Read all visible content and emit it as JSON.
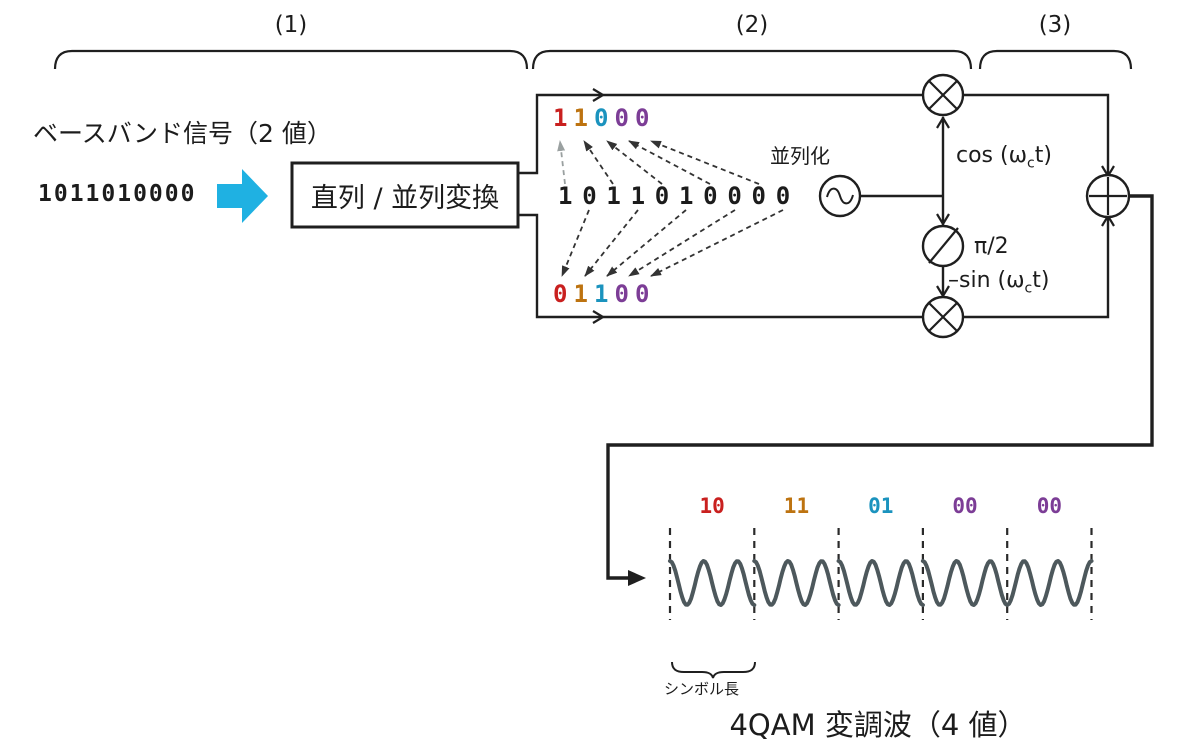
{
  "palette": {
    "line": "#1f1f1f",
    "wave": "#4d585c",
    "gray_dash": "#9aa0a0",
    "red": "#c9201f",
    "orange": "#bd7310",
    "blue": "#1b93be",
    "purple": "#7c3d96",
    "cyan_arrow": "#1fb1e2"
  },
  "section_labels": {
    "s1": "(1)",
    "s2": "(2)",
    "s3": "(3)"
  },
  "baseband": {
    "label": "ベースバンド信号（2 値）",
    "bits": "1011010000"
  },
  "converter": {
    "label": "直列 / 並列変換"
  },
  "parallelizer": {
    "label": "並列化"
  },
  "upper_branch": {
    "bits": [
      {
        "char": "1",
        "color": "#c9201f"
      },
      {
        "char": "1",
        "color": "#bd7310"
      },
      {
        "char": "0",
        "color": "#1b93be"
      },
      {
        "char": "0",
        "color": "#7c3d96"
      },
      {
        "char": "0",
        "color": "#7c3d96"
      }
    ]
  },
  "serial_bits": [
    "1",
    "0",
    "1",
    "1",
    "0",
    "1",
    "0",
    "0",
    "0",
    "0"
  ],
  "lower_branch": {
    "bits": [
      {
        "char": "0",
        "color": "#c9201f"
      },
      {
        "char": "1",
        "color": "#bd7310"
      },
      {
        "char": "1",
        "color": "#1b93be"
      },
      {
        "char": "0",
        "color": "#7c3d96"
      },
      {
        "char": "0",
        "color": "#7c3d96"
      }
    ]
  },
  "carrier": {
    "cos_pre": "cos (ω",
    "cos_sub": "c",
    "cos_post": "t)",
    "phase_shift": "π/2",
    "sin_pre": "–sin (ω",
    "sin_sub": "c",
    "sin_post": "t)"
  },
  "modulated": {
    "symbols": [
      {
        "label": "10",
        "color": "#c9201f"
      },
      {
        "label": "11",
        "color": "#bd7310"
      },
      {
        "label": "01",
        "color": "#1b93be"
      },
      {
        "label": "00",
        "color": "#7c3d96"
      },
      {
        "label": "00",
        "color": "#7c3d96"
      }
    ],
    "cycles_per_symbol": 2.5,
    "phases_deg": [
      0,
      0,
      0,
      0,
      180
    ],
    "symbol_length_label": "シンボル長",
    "title": "4QAM 変調波（4 値）"
  }
}
